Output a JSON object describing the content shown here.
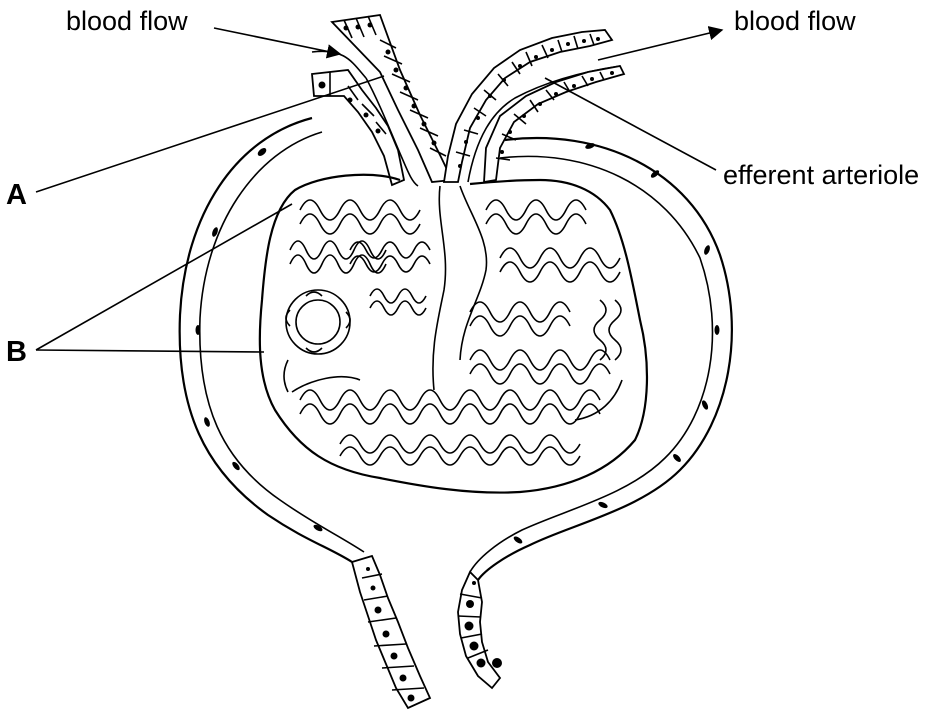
{
  "labels": {
    "blood_flow_in": "blood flow",
    "blood_flow_out": "blood flow",
    "efferent": "efferent arteriole",
    "a": "A",
    "b": "B"
  },
  "colors": {
    "line": "#000000",
    "background": "#ffffff"
  }
}
